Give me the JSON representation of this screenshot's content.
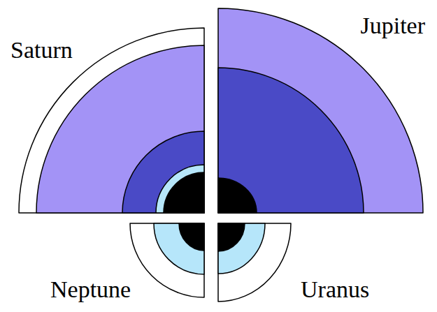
{
  "diagram": {
    "labels": [
      "Saturn",
      "Jupiter",
      "Neptune",
      "Uranus"
    ]
  }
}
